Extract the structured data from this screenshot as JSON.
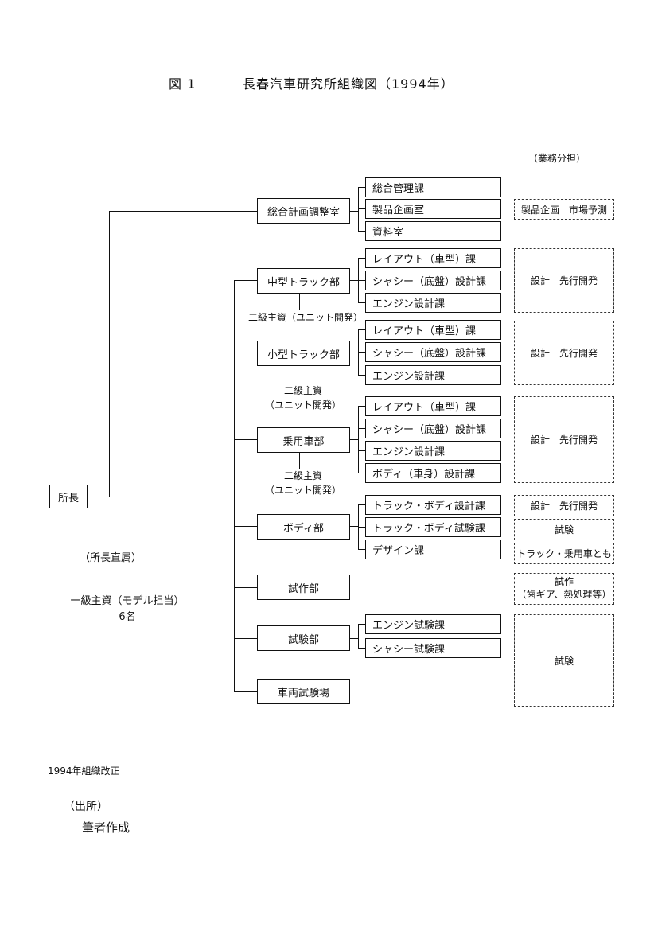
{
  "title": {
    "figure": "図 1",
    "name": "長春汽車研究所組織図（1994年）"
  },
  "role_header": "（業務分担）",
  "director": "所長",
  "director_direct": "（所長直属）",
  "chief_engineer": {
    "line1": "一級主資（モデル担当）",
    "line2": "6名"
  },
  "departments": {
    "planning": "総合計画調整室",
    "medium_truck": "中型トラック部",
    "small_truck": "小型トラック部",
    "passenger_car": "乗用車部",
    "body": "ボディ部",
    "prototype": "試作部",
    "testing": "試験部",
    "proving_ground": "車両試験場"
  },
  "sections": {
    "planning": [
      "総合管理課",
      "製品企画室",
      "資料室"
    ],
    "medium_truck": [
      "レイアウト（車型）課",
      "シャシー（底盤）設計課",
      "エンジン設計課"
    ],
    "small_truck": [
      "レイアウト（車型）課",
      "シャシー（底盤）設計課",
      "エンジン設計課"
    ],
    "passenger_car": [
      "レイアウト（車型）課",
      "シャシー（底盤）設計課",
      "エンジン設計課",
      "ボディ（車身）設計課"
    ],
    "body": [
      "トラック・ボディ設計課",
      "トラック・ボディ試験課",
      "デザイン課"
    ],
    "testing": [
      "エンジン試験課",
      "シャシー試験課"
    ]
  },
  "sub_engineers": {
    "medium": "二級主資（ユニット開発）",
    "small": {
      "line1": "二級主資",
      "line2": "（ユニット開発）"
    },
    "passenger": {
      "line1": "二級主資",
      "line2": "（ユニット開発）"
    }
  },
  "roles": {
    "planning": "製品企画　市場予測",
    "medium_truck": "設計　先行開発",
    "small_truck": "設計　先行開発",
    "passenger_car": "設計　先行開発",
    "body_design": "設計　先行開発",
    "body_test": "試験",
    "body_design_dept": "トラック・乗用車とも",
    "prototype": {
      "line1": "試作",
      "line2": "（歯ギア、熱処理等）"
    },
    "testing": "試験"
  },
  "footer": {
    "note": "1994年組織改正",
    "source_label": "（出所）",
    "source": "筆者作成"
  }
}
